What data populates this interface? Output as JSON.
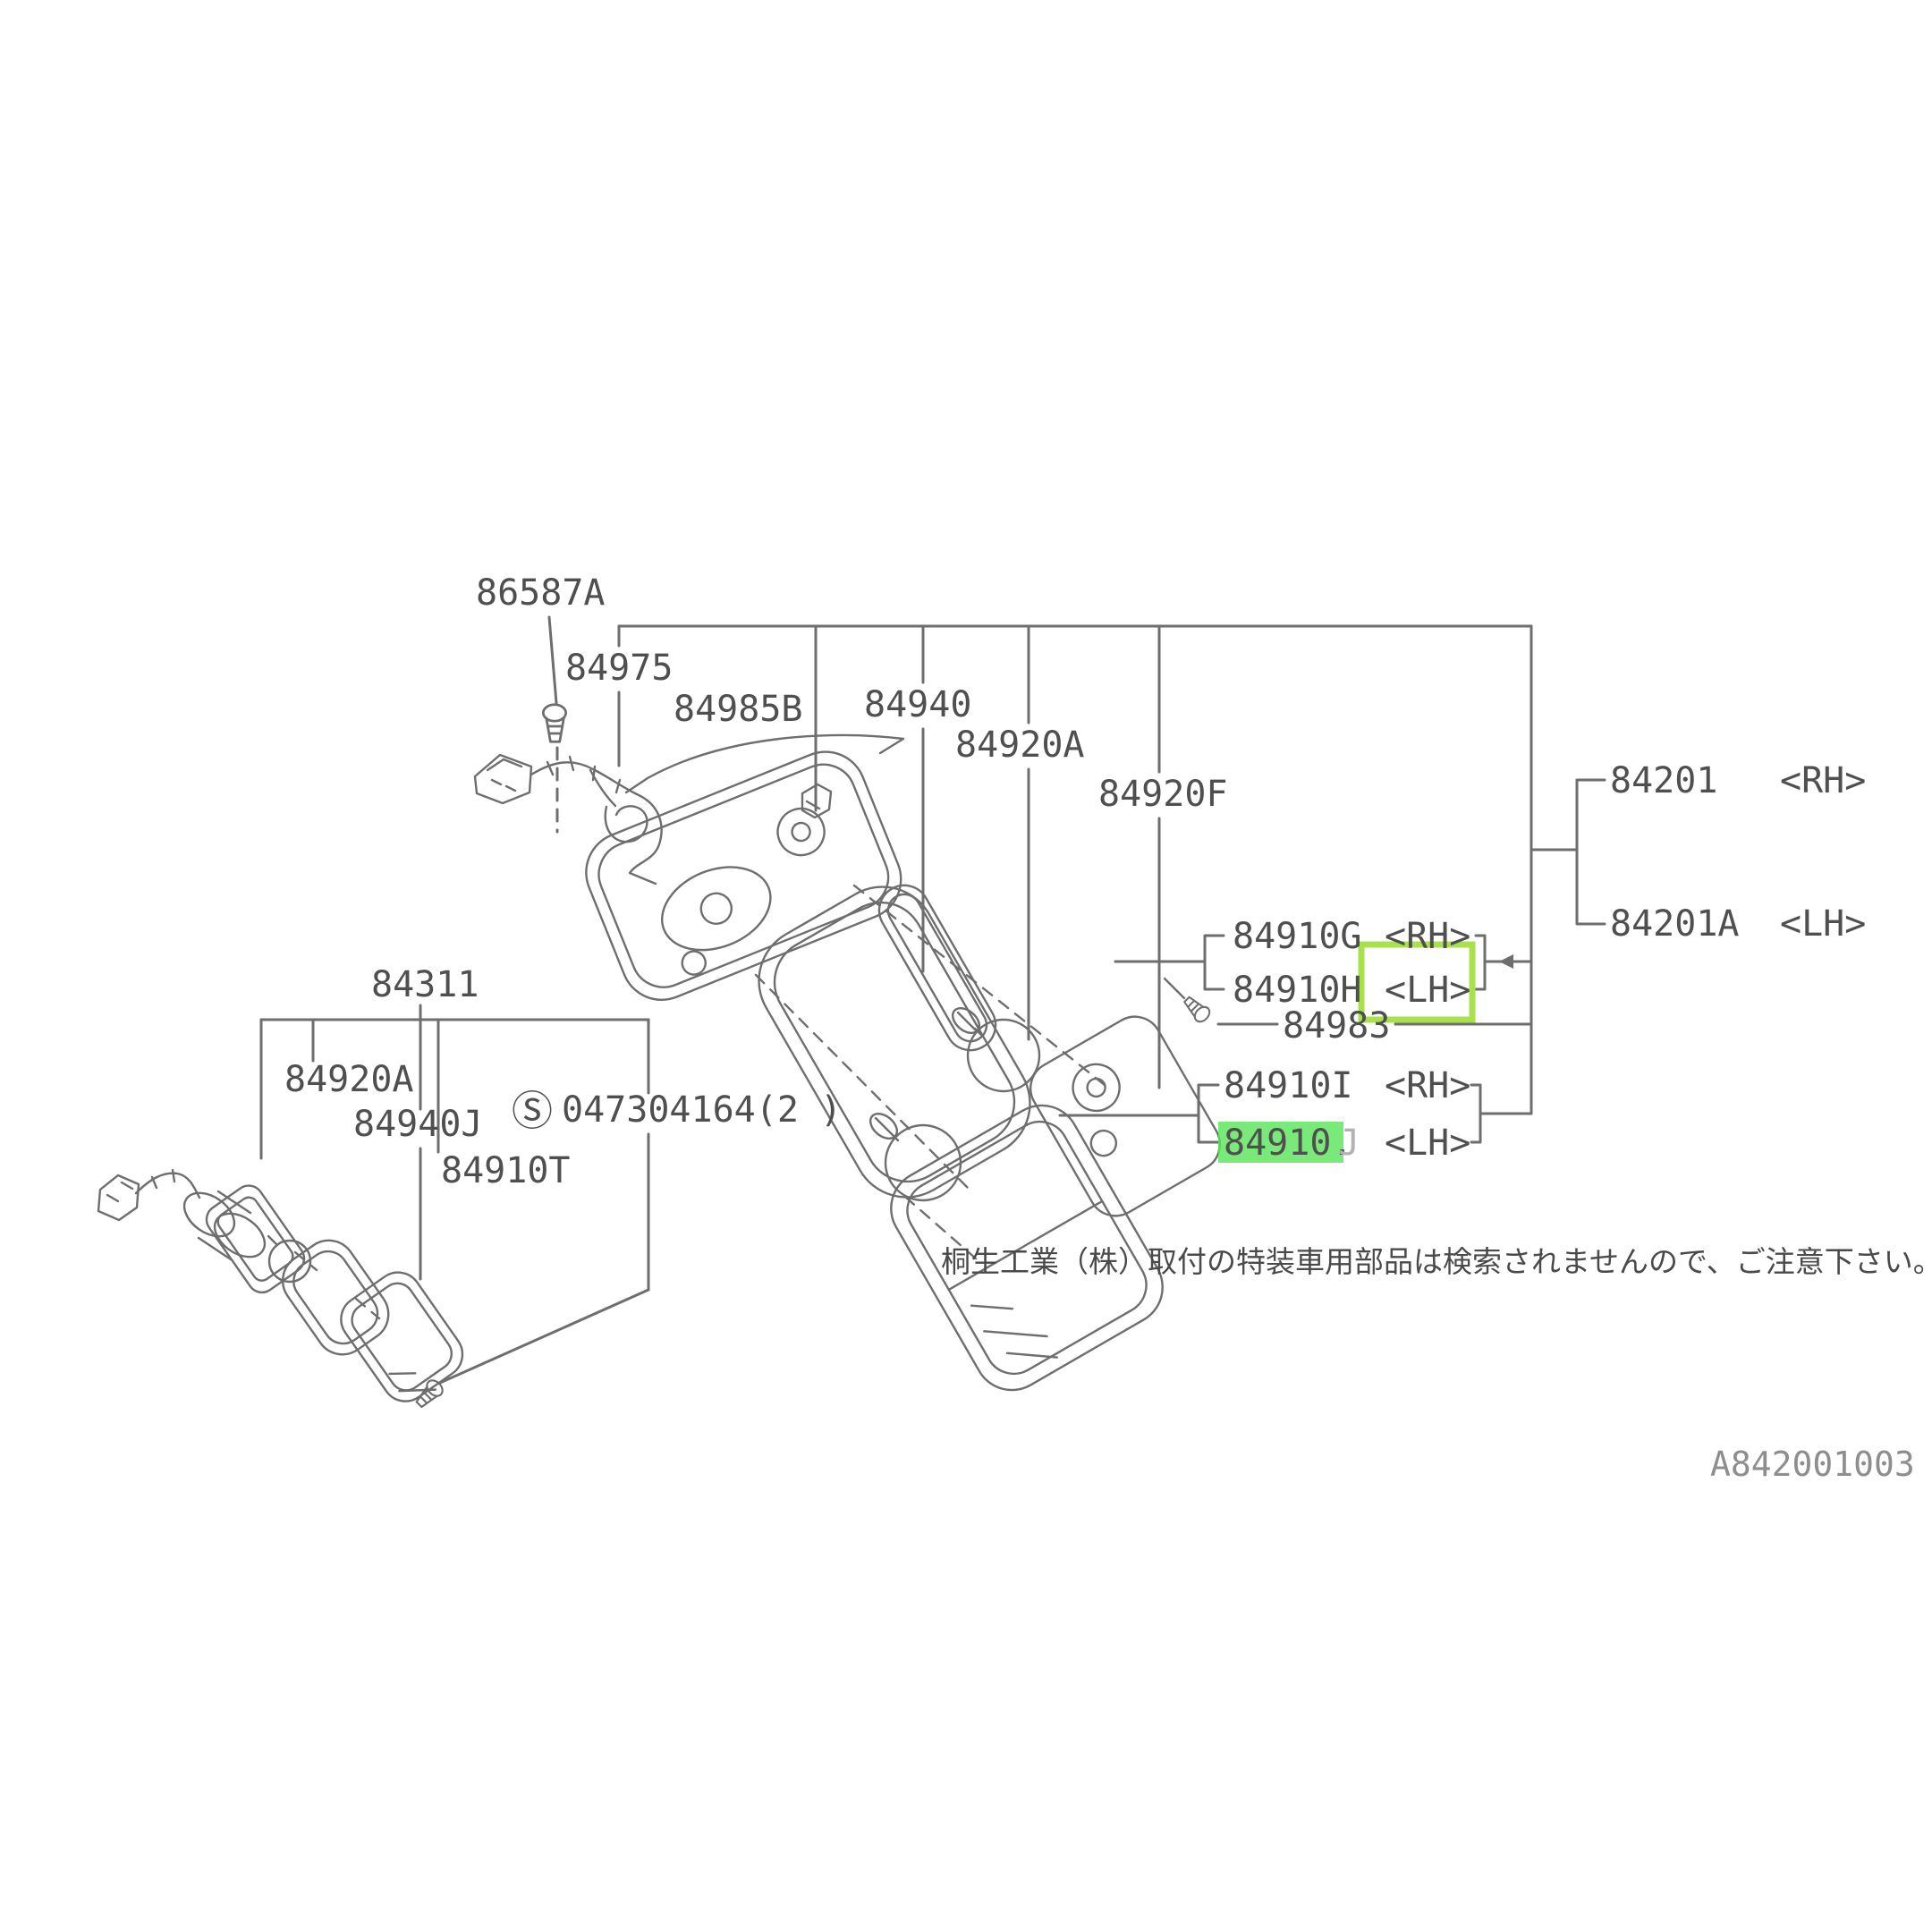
{
  "colors": {
    "background": "#ffffff",
    "line": "#6e6e6e",
    "label_text": "#4f4f4f",
    "faded_text": "#b3b3b3",
    "diagram_id_text": "#8e8e8e",
    "highlight_fill": "#5be45b",
    "highlight_box_stroke": "#a9e14d"
  },
  "parts": {
    "clip_screw": "86587A",
    "harness": "84975",
    "grommet": "84985B",
    "packing": "84940",
    "packing_a": "84920A",
    "packing_f": "84920F",
    "body_rh": "84201",
    "body_rh_side": "<RH>",
    "body_lh": "84201A",
    "body_lh_side": "<LH>",
    "lens_g": "84910G",
    "lens_g_side": "<RH>",
    "lens_h": "84910H",
    "lens_h_side": "<LH>",
    "screw": "84983",
    "lens_i": "84910I",
    "lens_i_side": "<RH>",
    "lens_j_highlighted": "84910.",
    "lens_j_suffix": "J",
    "lens_j_side": "<LH>",
    "assembly": "84311",
    "packing_a2": "84920A",
    "packing_j": "84940J",
    "screw_symbol": "Ⓢ",
    "screw_spec": "047304164(2 )",
    "lens_t": "84910T"
  },
  "note": "桐生工業（株）取付の特装車用部品は検索されませんので、ご注意下さい。",
  "diagram_id": "A842001003"
}
